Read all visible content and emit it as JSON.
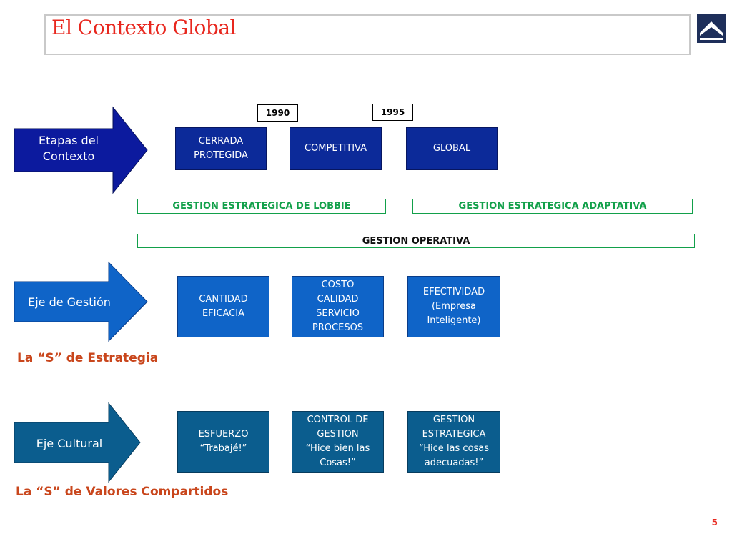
{
  "title": "El Contexto Global",
  "row1": {
    "arrow_label": "Etapas del\nContexto",
    "years": [
      "1990",
      "1995"
    ],
    "boxes": [
      "CERRADA\nPROTEGIDA",
      "COMPETITIVA",
      "GLOBAL"
    ]
  },
  "bands": {
    "lobbie": "GESTION ESTRATEGICA DE LOBBIE",
    "adaptativa": "GESTION ESTRATEGICA ADAPTATIVA",
    "operativa": "GESTION OPERATIVA"
  },
  "row2": {
    "arrow_label": "Eje de Gestión",
    "boxes": [
      "CANTIDAD\nEFICACIA",
      "COSTO\nCALIDAD\nSERVICIO\nPROCESOS",
      "EFECTIVIDAD\n(Empresa\nInteligente)"
    ],
    "caption": "La “S” de Estrategia"
  },
  "row3": {
    "arrow_label": "Eje Cultural",
    "boxes": [
      "ESFUERZO\n“Trabajé!”",
      "CONTROL DE\nGESTION\n“Hice bien las\nCosas!”",
      "GESTION\nESTRATEGICA\n“Hice las cosas\nadecuadas!”"
    ],
    "caption": "La “S” de Valores Compartidos"
  },
  "page_number": "5",
  "colors": {
    "title": "#e8271e",
    "arrow": "#0c1a9e",
    "band_border": "#12a04a",
    "caption": "#c9461c"
  }
}
